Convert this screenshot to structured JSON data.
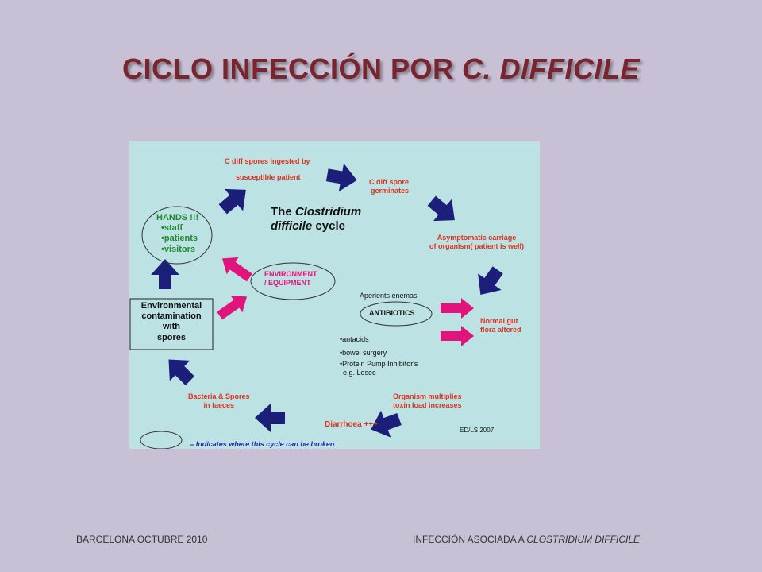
{
  "slide": {
    "title_main": "CICLO INFECCIÓN POR ",
    "title_italic": "C. DIFFICILE"
  },
  "diagram": {
    "title_line1_a": "The ",
    "title_line1_b": "Clostridium",
    "title_line2_a": "difficile",
    "title_line2_b": " cycle",
    "ingested_1": "C diff spores ingested by",
    "ingested_2": "susceptible patient",
    "germinates_1": "C diff spore",
    "germinates_2": "germinates",
    "asymptomatic_1": "Asymptomatic carriage",
    "asymptomatic_2": "of organism( patient is well)",
    "flora_1": "Normal gut",
    "flora_2": "flora altered",
    "multiplies_1": "Organism multiplies",
    "multiplies_2": "toxin load increases",
    "diarrhoea": "Diarrhoea +++",
    "faeces_1": "Bacteria & Spores",
    "faeces_2": "in faeces",
    "env_contam": [
      "Environmental",
      "contamination",
      "with",
      "spores"
    ],
    "hands": [
      "HANDS !!!",
      "•staff",
      "•patients",
      "•visitors"
    ],
    "env_equip_1": "ENVIRONMENT",
    "env_equip_2": "/ EQUIPMENT",
    "aperients": "Aperients enemas",
    "antibiotics": "ANTIBIOTICS",
    "factors": [
      "•antacids",
      "•bowel surgery",
      "•Protein Pump Inhibitor's",
      "e.g. Losec"
    ],
    "credit": "ED/LS 2007",
    "legend": "= Indicates where this cycle can be broken"
  },
  "footer": {
    "left": "BARCELONA OCTUBRE 2010",
    "right_prefix": "INFECCIÓN ASOCIADA A ",
    "right_italic": "CLOSTRIDIUM DIFFICILE"
  },
  "colors": {
    "background": "#c8c0d4",
    "title": "#7a2430",
    "diagram_bg": "#bce2e3",
    "arrow_navy": "#1c1f7a",
    "arrow_magenta": "#e0147a",
    "label_red": "#e0301e",
    "label_green": "#1e8a2c"
  }
}
